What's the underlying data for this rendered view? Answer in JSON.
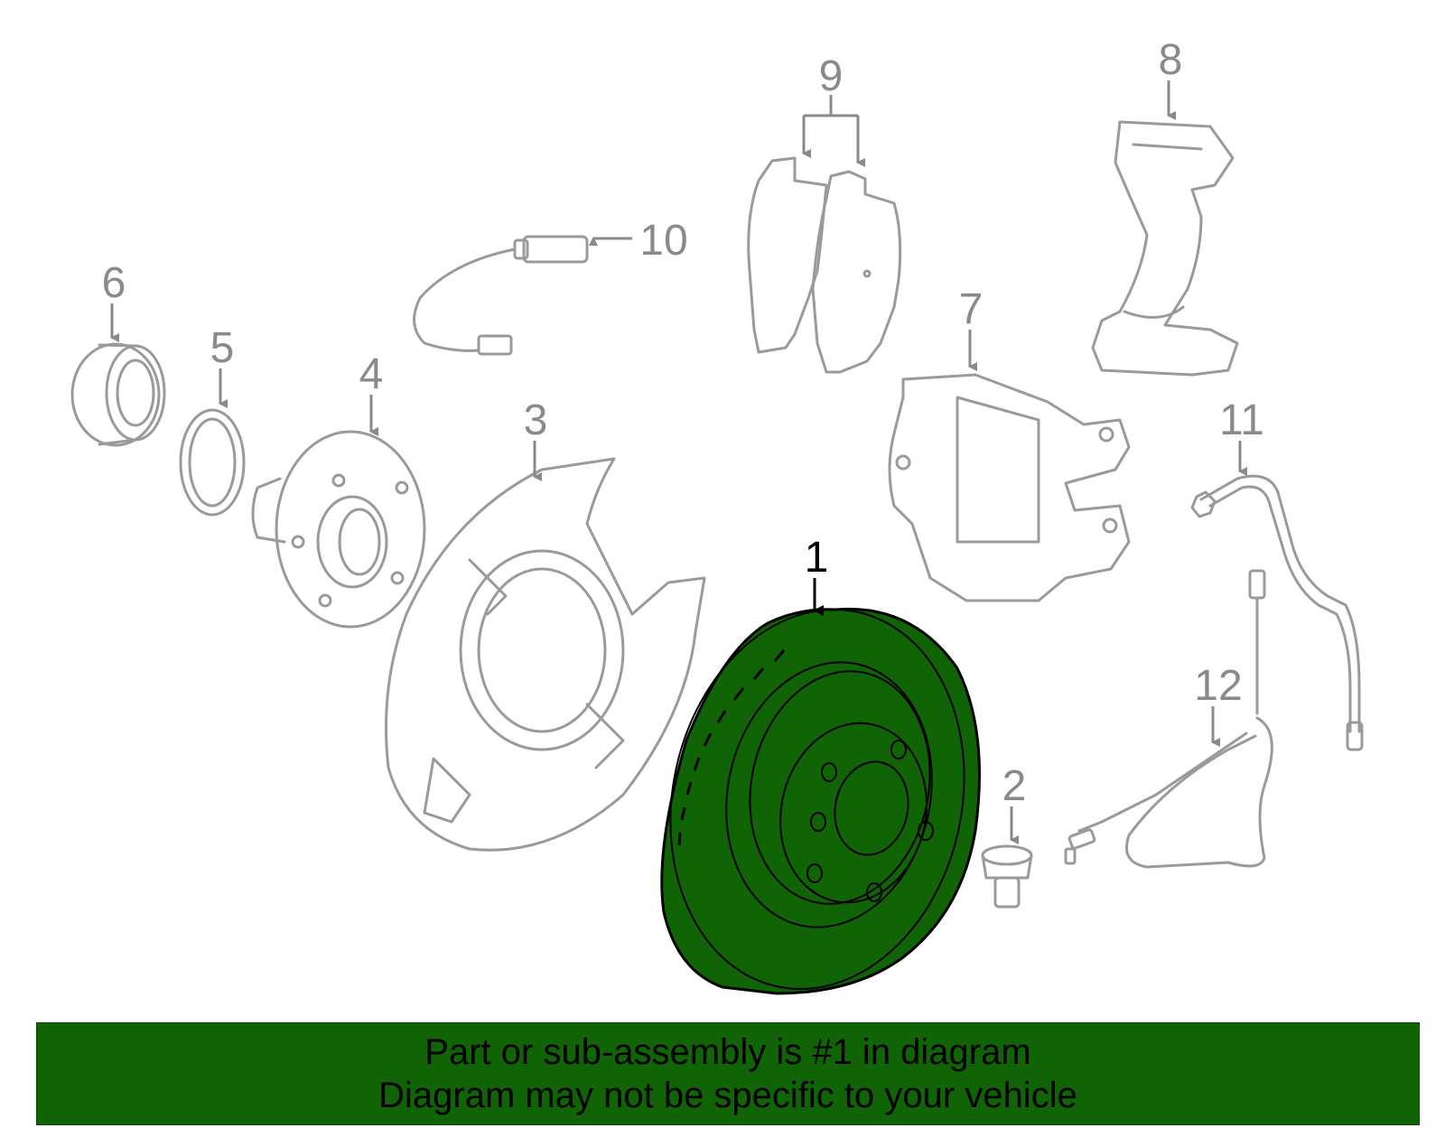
{
  "callouts": {
    "c1": "1",
    "c2": "2",
    "c3": "3",
    "c4": "4",
    "c5": "5",
    "c6": "6",
    "c7": "7",
    "c8": "8",
    "c9": "9",
    "c10": "10",
    "c11": "11",
    "c12": "12"
  },
  "highlight": {
    "part_number": "1",
    "color": "#106405"
  },
  "banner": {
    "line1": "Part or sub-assembly is #1 in diagram",
    "line2": "Diagram may not be specific to your vehicle"
  }
}
